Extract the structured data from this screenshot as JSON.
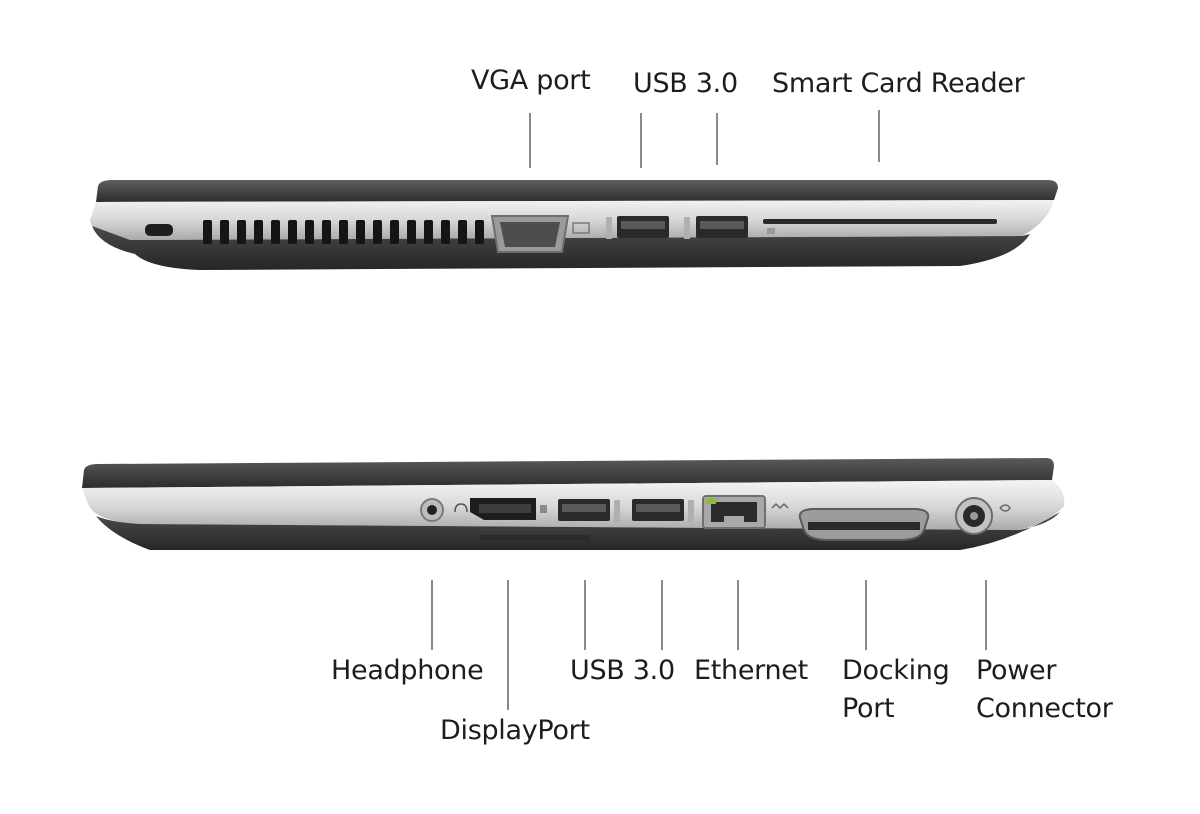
{
  "top_view": {
    "callouts": {
      "vga": "VGA port",
      "usb": "USB 3.0",
      "smartcard": "Smart Card Reader"
    }
  },
  "bottom_view": {
    "callouts": {
      "headphone": "Headphone",
      "displayport": "DisplayPort",
      "usb": "USB 3.0",
      "ethernet": "Ethernet",
      "docking_line1": "Docking",
      "docking_line2": "Port",
      "power_line1": "Power",
      "power_line2": "Connector"
    }
  }
}
